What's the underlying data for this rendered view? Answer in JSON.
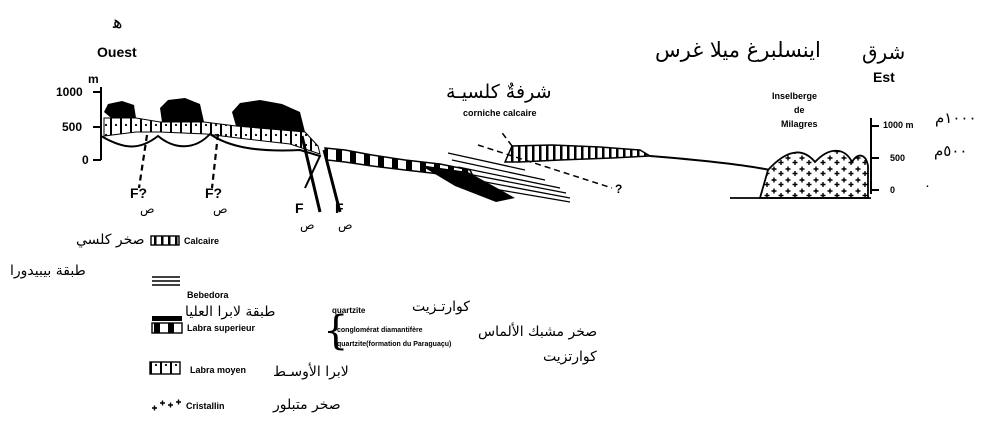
{
  "corner_mark": "ﻫ",
  "west": {
    "label": "Ouest",
    "unit": "m",
    "ticks": [
      "1000",
      "500",
      "0"
    ]
  },
  "east": {
    "label": "Est",
    "arabic": "شرق",
    "arabic_title": "اينسلبرغ ميلا غرس",
    "name_lines": [
      "Inselberge",
      "de",
      "Milagres"
    ],
    "ticks": [
      "1000 m",
      "500",
      "0"
    ],
    "arabic_ticks": [
      "١٠٠٠م",
      "٥٠٠م",
      "٠"
    ]
  },
  "corniche": {
    "arabic": "شرفةٌ كلسيـة",
    "label": "corniche calcaire"
  },
  "faults": [
    {
      "label": "F?",
      "arabic": "ص"
    },
    {
      "label": "F?",
      "arabic": "ص"
    },
    {
      "label": "F",
      "arabic": "ص"
    },
    {
      "label": "F",
      "arabic": "ص"
    }
  ],
  "question_mark": "?",
  "legend": {
    "calcaire": {
      "label": "Calcaire",
      "arabic": "صخر كلسي"
    },
    "bebedora": {
      "label": "Bebedora",
      "arabic": "طبقة بيبيدورا"
    },
    "labra_superieur": {
      "label": "Labra superieur",
      "arabic": "طبقة لابرا العليا",
      "parts": [
        "quartzite",
        "conglomérat diamantifère",
        "quartzite(formation du Paraguaçu)"
      ],
      "parts_arabic": [
        "كوارتـزيت",
        "صخر مشبك الألماس",
        "كوارتزيت"
      ]
    },
    "labra_moyen": {
      "label": "Labra moyen",
      "arabic": "لابرا الأوسـط"
    },
    "cristallin": {
      "label": "Cristallin",
      "arabic": "صخر متبلور"
    }
  }
}
